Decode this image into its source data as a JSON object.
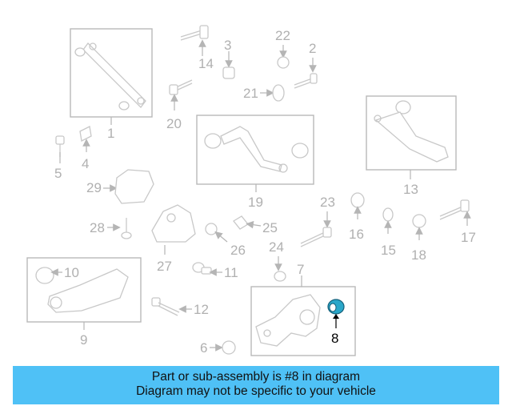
{
  "callouts": [
    "1",
    "2",
    "3",
    "4",
    "5",
    "6",
    "7",
    "8",
    "9",
    "10",
    "11",
    "12",
    "13",
    "14",
    "15",
    "16",
    "17",
    "18",
    "19",
    "20",
    "21",
    "22",
    "23",
    "24",
    "25",
    "26",
    "27",
    "28",
    "29"
  ],
  "highlight_part": "8",
  "colors": {
    "banner": "#4fc1f6",
    "highlight_part": "#2aa7c9",
    "callout_text": "#b0b0b0",
    "highlight_text": "#000000"
  },
  "banner": {
    "line1": "Part or sub-assembly is #8 in diagram",
    "line2": "Diagram may not be specific to your vehicle"
  }
}
